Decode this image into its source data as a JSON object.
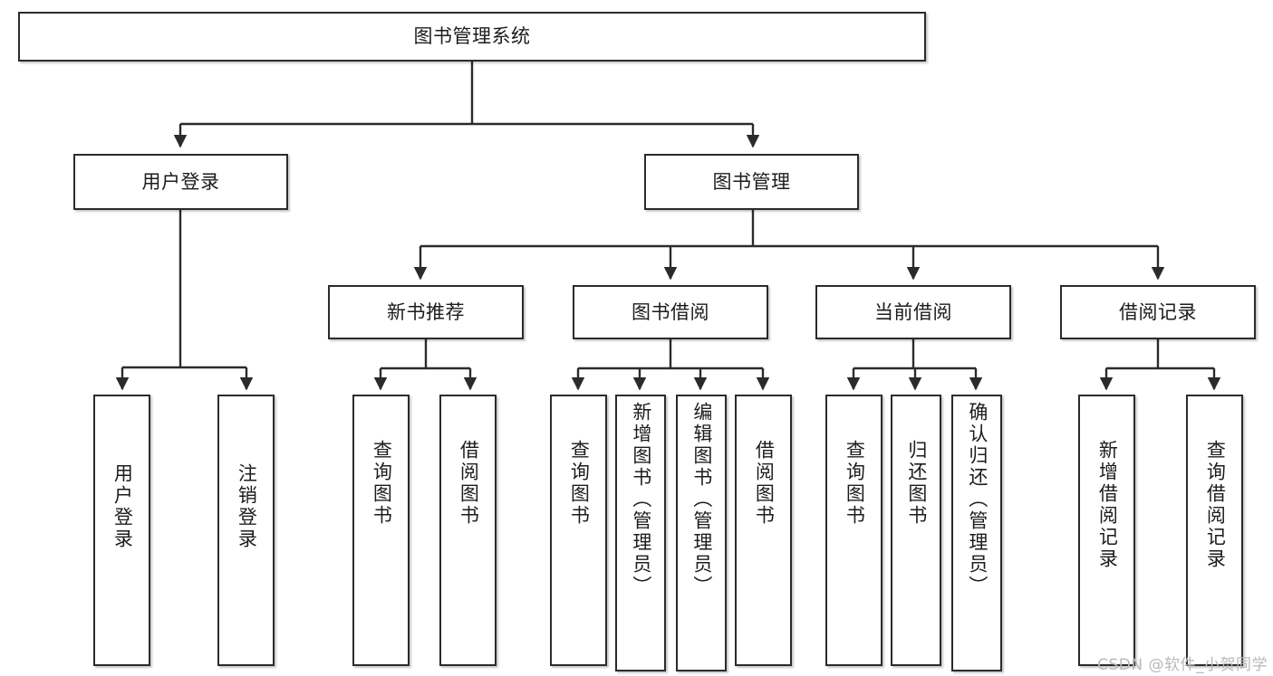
{
  "diagram": {
    "title": "图书管理系统",
    "type": "tree-hierarchy",
    "root": {
      "id": "root",
      "label": "图书管理系统"
    },
    "level2": [
      {
        "id": "user-login",
        "label": "用户登录"
      },
      {
        "id": "book-manage",
        "label": "图书管理"
      }
    ],
    "level3": [
      {
        "id": "new-book-recommend",
        "label": "新书推荐",
        "parent": "book-manage"
      },
      {
        "id": "book-borrow",
        "label": "图书借阅",
        "parent": "book-manage"
      },
      {
        "id": "current-borrow",
        "label": "当前借阅",
        "parent": "book-manage"
      },
      {
        "id": "borrow-record",
        "label": "借阅记录",
        "parent": "book-manage"
      }
    ],
    "leaves": [
      {
        "id": "leaf-user-login",
        "label": "用户登录",
        "parent": "user-login"
      },
      {
        "id": "leaf-logout",
        "label": "注销登录",
        "parent": "user-login"
      },
      {
        "id": "leaf-query-book-1",
        "label": "查询图书",
        "parent": "new-book-recommend"
      },
      {
        "id": "leaf-borrow-book-1",
        "label": "借阅图书",
        "parent": "new-book-recommend"
      },
      {
        "id": "leaf-query-book-2",
        "label": "查询图书",
        "parent": "book-borrow"
      },
      {
        "id": "leaf-add-book",
        "label": "新增图书（管理员）",
        "parent": "book-borrow"
      },
      {
        "id": "leaf-edit-book",
        "label": "编辑图书（管理员）",
        "parent": "book-borrow"
      },
      {
        "id": "leaf-borrow-book-2",
        "label": "借阅图书",
        "parent": "book-borrow"
      },
      {
        "id": "leaf-query-book-3",
        "label": "查询图书",
        "parent": "current-borrow"
      },
      {
        "id": "leaf-return-book",
        "label": "归还图书",
        "parent": "current-borrow"
      },
      {
        "id": "leaf-confirm-return",
        "label": "确认归还（管理员）",
        "parent": "current-borrow"
      },
      {
        "id": "leaf-add-record",
        "label": "新增借阅记录",
        "parent": "borrow-record"
      },
      {
        "id": "leaf-query-record",
        "label": "查询借阅记录",
        "parent": "borrow-record"
      }
    ]
  },
  "watermark": {
    "text": "CSDN @软件_小贺同学"
  },
  "colors": {
    "border": "#2b2b2b",
    "text": "#1c1c1c",
    "background": "#ffffff",
    "watermark": "#b9b9b9"
  }
}
